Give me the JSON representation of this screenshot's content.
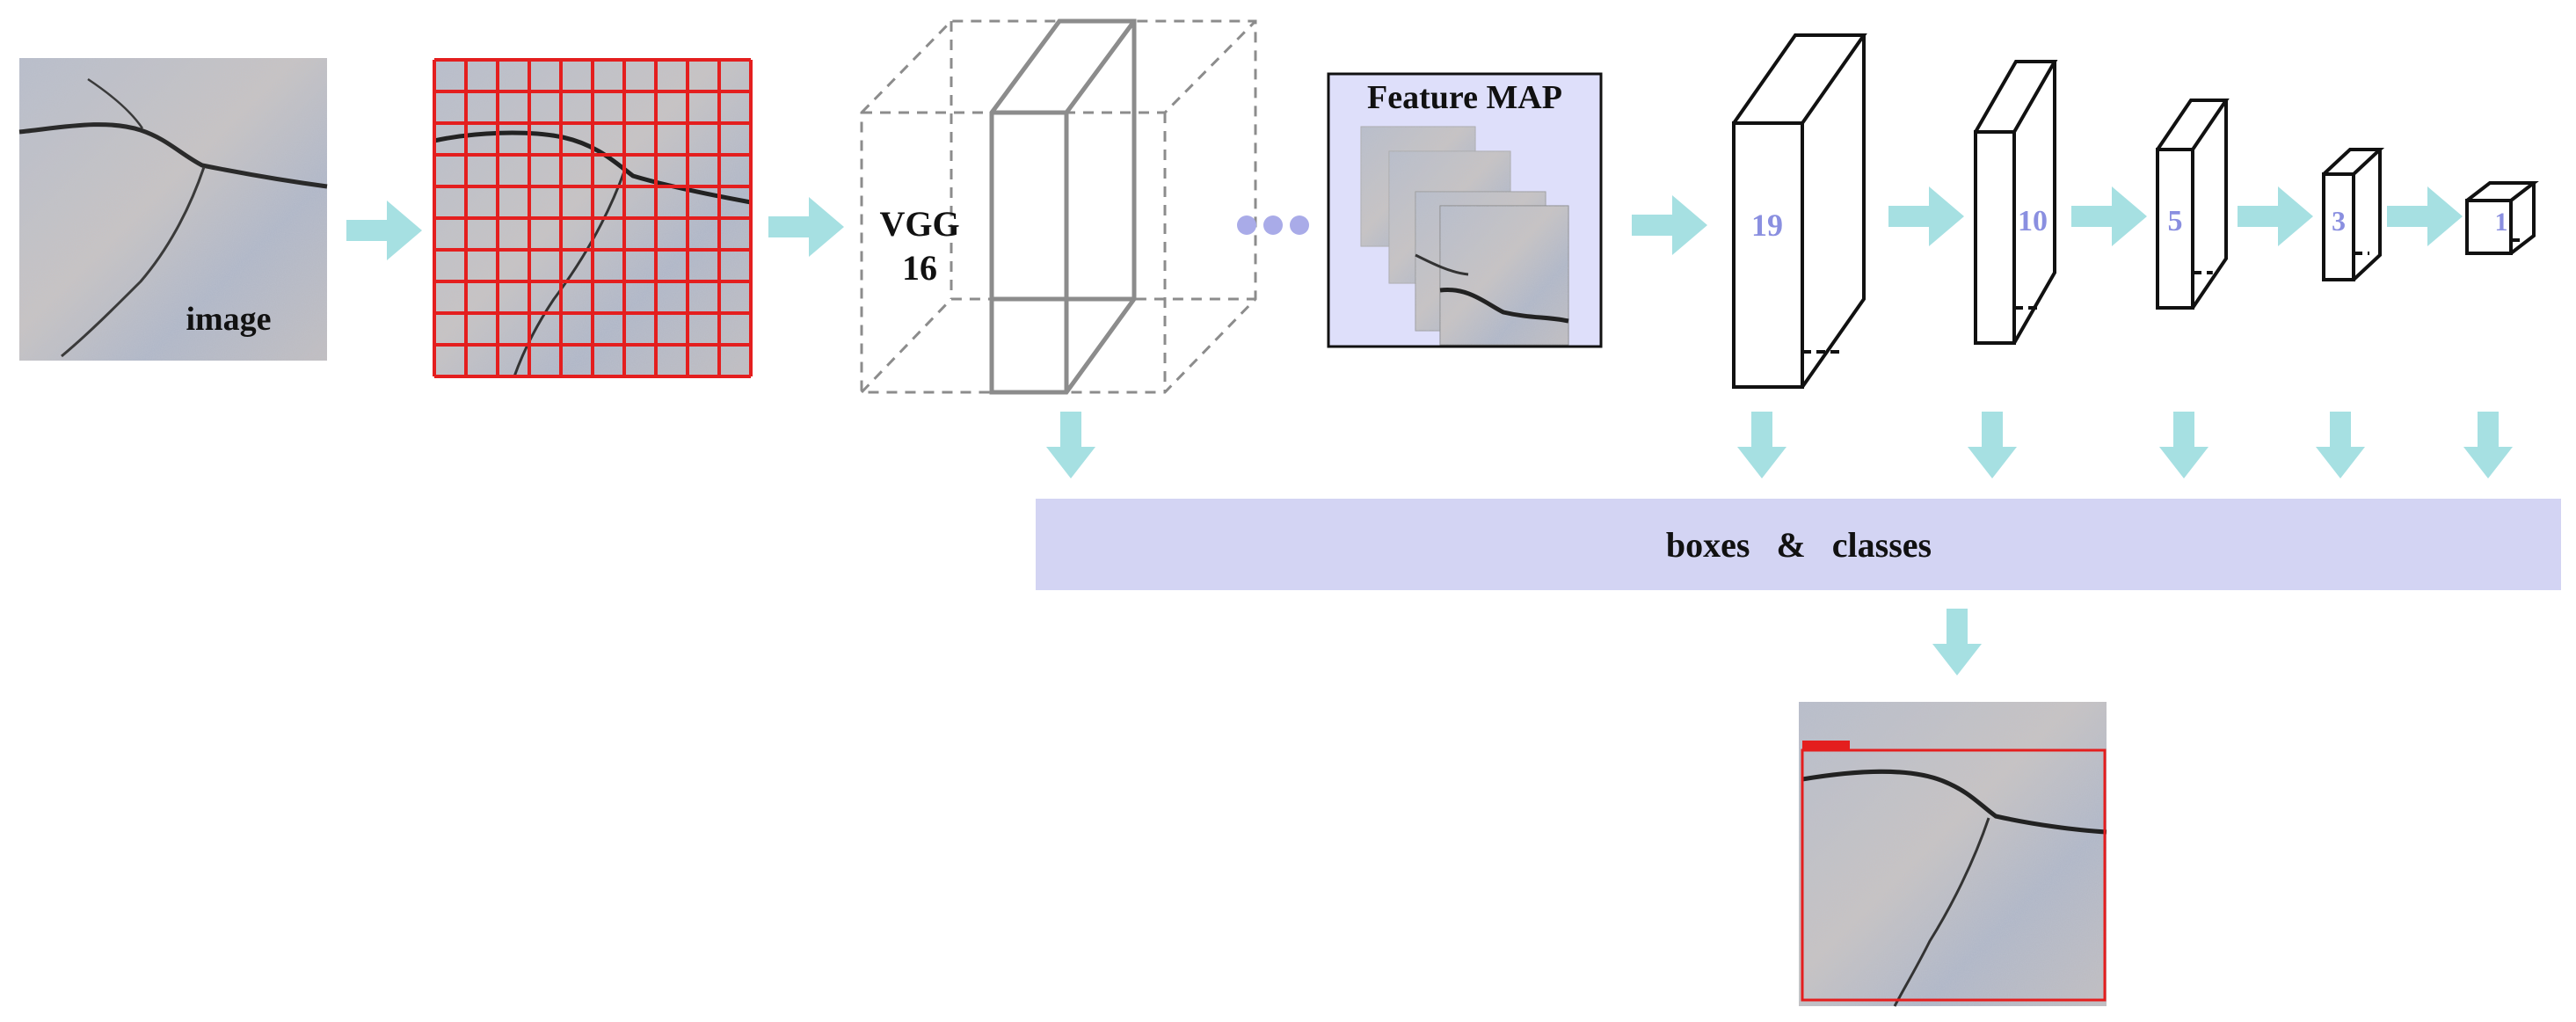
{
  "input_image": {
    "caption": "image"
  },
  "backbone": {
    "name_line1": "VGG",
    "name_line2": "16"
  },
  "feature_map": {
    "title": "Feature MAP"
  },
  "feature_layers": [
    {
      "size_label": "19"
    },
    {
      "size_label": "10"
    },
    {
      "size_label": "5"
    },
    {
      "size_label": "3"
    },
    {
      "size_label": "1"
    }
  ],
  "prediction_bar": {
    "label": "boxes   &   classes"
  },
  "colors": {
    "arrow": "#a6e0e2",
    "grid": "#e41e1e",
    "box_edge": "#111111",
    "backbone_edge": "#8c8c8c",
    "dashed_edge": "#8c8c8c",
    "bar_fill": "#d3d4f3",
    "number_text": "#8a8fe0",
    "feature_panel": "#dedffa"
  },
  "icons": [
    "right-arrow-icon",
    "down-arrow-icon",
    "ellipsis-icon"
  ]
}
